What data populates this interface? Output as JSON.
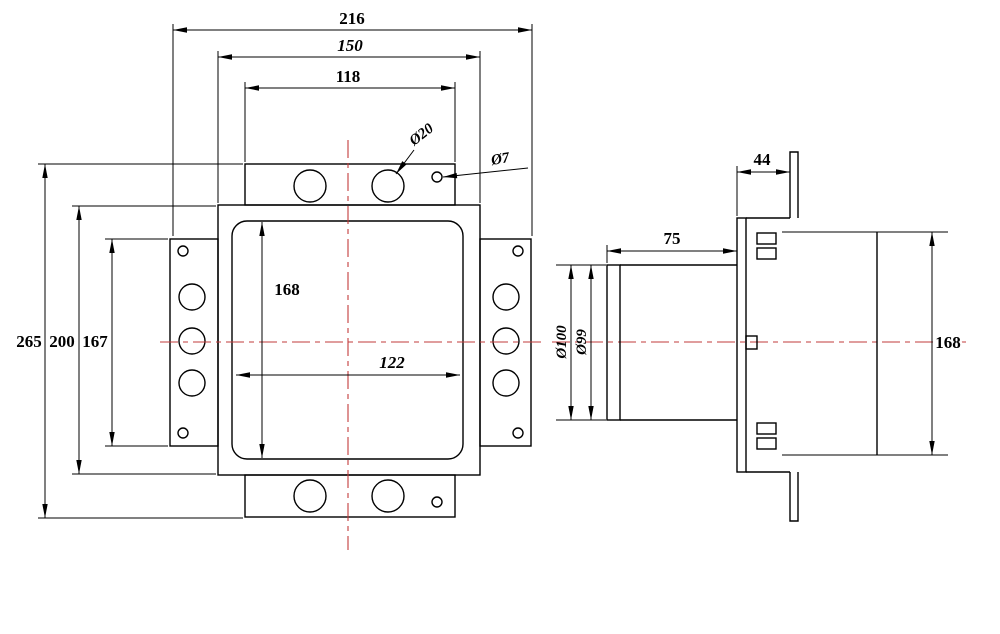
{
  "drawing": {
    "front": {
      "overall_width": "216",
      "body_width": "150",
      "flange_width": "118",
      "overall_height": "265",
      "body_height": "200",
      "flange_height": "167",
      "opening_height": "168",
      "opening_width": "122",
      "large_hole_dia": "Ø20",
      "small_hole_dia": "Ø7"
    },
    "side": {
      "flange_depth": "44",
      "body_depth": "75",
      "outer_dia": "Ø100",
      "inner_dia": "Ø99",
      "mount_span": "168"
    },
    "colors": {
      "line": "#000000",
      "centerline": "#c23b3b",
      "diameter_label": "#96333f"
    }
  }
}
